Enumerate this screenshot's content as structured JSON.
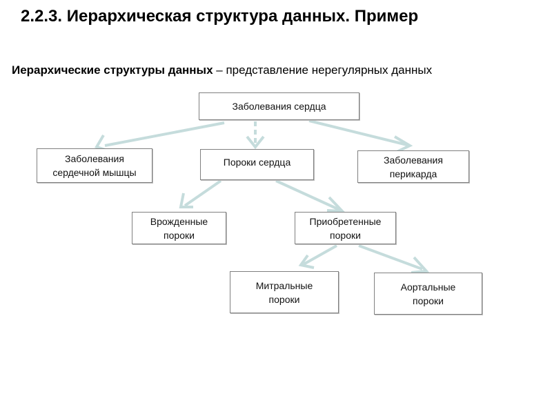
{
  "title": "2.2.3. Иерархическая структура данных. Пример",
  "subtitle": {
    "term": "Иерархические структуры данных",
    "definition": " – представление нерегулярных данных"
  },
  "tree": {
    "root": "Заболевания сердца",
    "myocardium": "Заболевания\nсердечной мышцы",
    "defects": "Пороки сердца",
    "pericardium": "Заболевания\nперикарда",
    "congenital": "Врожденные\nпороки",
    "acquired": "Приобретенные\nпороки",
    "mitral": "Митральные\nпороки",
    "aortic": "Аортальные\nпороки"
  },
  "colors": {
    "arrow": "#c5dcdc",
    "box_border": "#7f7f7f"
  }
}
